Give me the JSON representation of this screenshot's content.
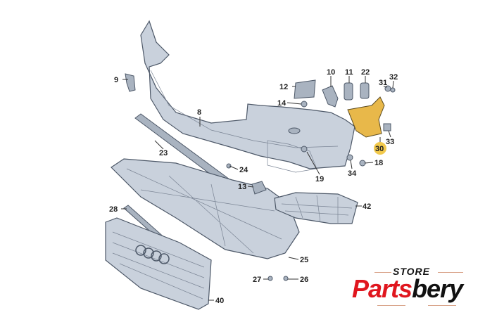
{
  "diagram": {
    "callouts": [
      "8",
      "9",
      "10",
      "11",
      "12",
      "13",
      "14",
      "18",
      "19",
      "22",
      "23",
      "24",
      "25",
      "26",
      "27",
      "28",
      "30",
      "31",
      "32",
      "33",
      "34",
      "40",
      "42"
    ],
    "highlight_color": "#f2c94c",
    "part_color": "#c9d1dc"
  },
  "logo": {
    "store": "STORE",
    "brand_red": "Parts",
    "brand_black": "bery"
  }
}
